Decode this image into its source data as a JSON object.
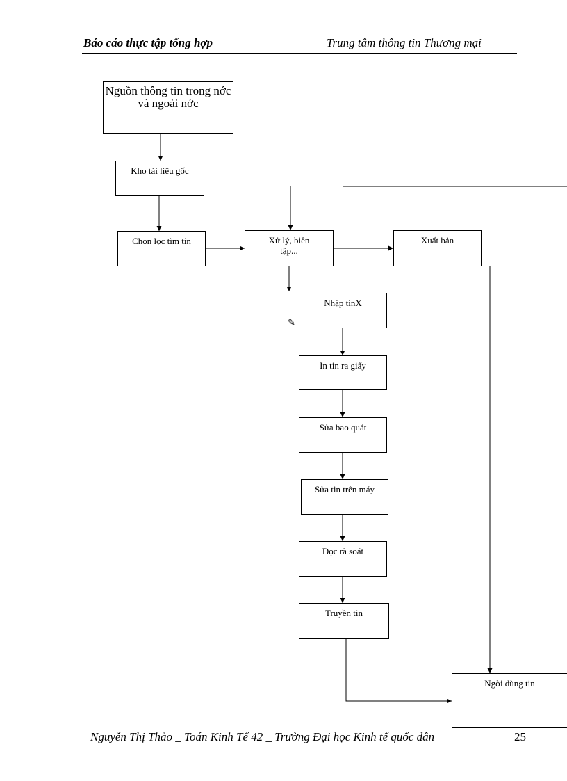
{
  "header": {
    "left_title": "Báo cáo thực tập tổng hợp",
    "right_title": "Trung tâm thông tin Thương mại"
  },
  "diagram": {
    "nodes": {
      "source": "Nguồn thông tin trong nớc và ngoài nớc",
      "archive": "Kho tài liệu gốc",
      "select": "Chọn lọc tìm tin",
      "edit": "Xử lý, biên tập...",
      "publish": "Xuất bản",
      "input": "Nhập tinX",
      "print": "In tin ra giấy",
      "review": "Sửa bao quát",
      "fix": "Sửa tin trên máy",
      "proof": "Đọc rà soát",
      "transmit": "Truyền tin",
      "user": "Ngời dùng tin"
    }
  },
  "footer": {
    "author": "Nguyễn Thị Thảo _ Toán Kinh Tế 42 _ Trường Đại học Kinh tế quốc dân",
    "page_number": "25"
  }
}
